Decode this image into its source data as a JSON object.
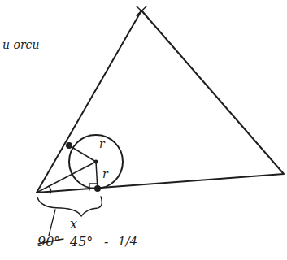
{
  "diagram": {
    "labels": [
      "u orcu",
      "r",
      "r",
      "x",
      "90°",
      "45°",
      "-",
      "1/4"
    ]
  }
}
